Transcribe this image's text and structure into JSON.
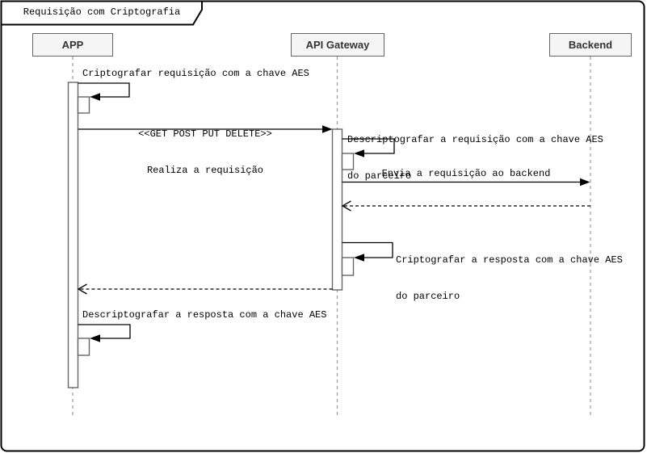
{
  "title": "Requisição com Criptografia",
  "participants": [
    {
      "label": "APP"
    },
    {
      "label": "API Gateway"
    },
    {
      "label": "Backend"
    }
  ],
  "messages": [
    {
      "type": "self",
      "from": "APP",
      "label": "Criptografar requisição com a chave AES"
    },
    {
      "type": "sync",
      "from": "APP",
      "to": "API Gateway",
      "stereotype": "<<GET POST PUT DELETE>>",
      "label": "Realiza a requisição"
    },
    {
      "type": "self",
      "from": "API Gateway",
      "label": "Descriptografar a requisição com a chave AES",
      "label2": "do parceiro"
    },
    {
      "type": "sync",
      "from": "API Gateway",
      "to": "Backend",
      "label": "Envia a requisição ao backend"
    },
    {
      "type": "return",
      "from": "Backend",
      "to": "API Gateway",
      "label": ""
    },
    {
      "type": "self",
      "from": "API Gateway",
      "label": "Criptografar a resposta com a chave AES",
      "label2": "do parceiro"
    },
    {
      "type": "return",
      "from": "API Gateway",
      "to": "APP",
      "label": ""
    },
    {
      "type": "self",
      "from": "APP",
      "label": "Descriptografar a resposta com a chave AES"
    }
  ],
  "colors": {
    "background": "#ffffff",
    "frame_border": "#000000",
    "participant_fill": "#f5f5f5",
    "participant_border": "#666666",
    "participant_text": "#333333",
    "lifeline": "#999999",
    "activation_fill": "#ffffff",
    "activation_border": "#666666",
    "message_line": "#000000",
    "message_text": "#000000"
  }
}
